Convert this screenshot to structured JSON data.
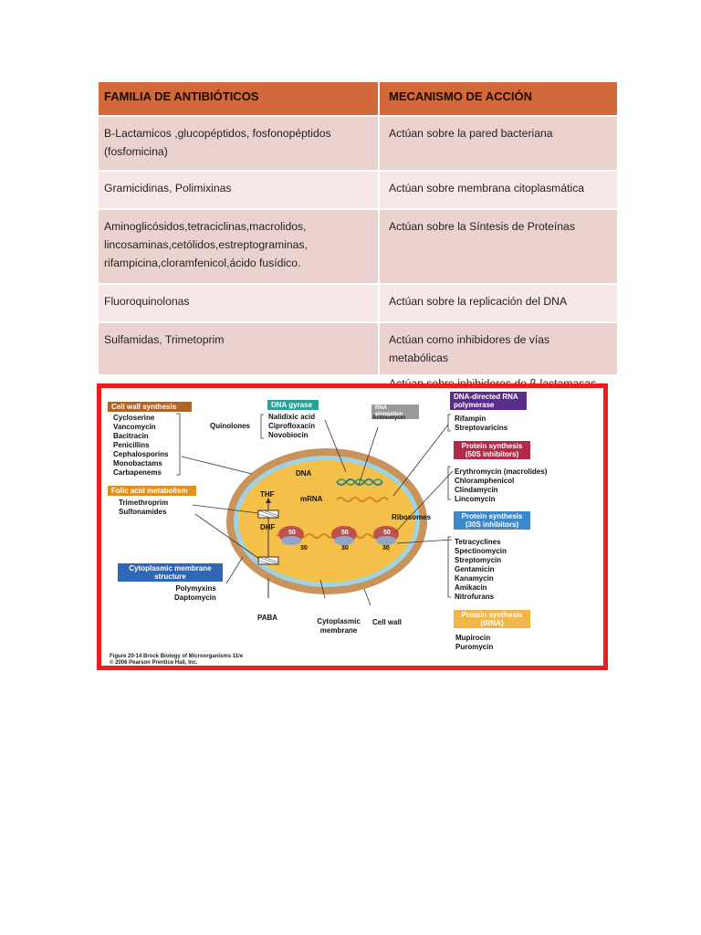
{
  "table": {
    "headers": [
      "FAMILIA DE ANTIBIÓTICOS",
      "MECANISMO DE ACCIÓN"
    ],
    "rows": [
      {
        "family": "B-Lactamicos ,glucopéptidos, fosfonopéptidos (fosfomicina)",
        "mechanism": "Actúan sobre la pared bacteriana"
      },
      {
        "family": "Gramicidinas, Polimixinas",
        "mechanism": "Actúan sobre membrana citoplasmática"
      },
      {
        "family": "Aminoglicósidos,tetraciclinas,macrolidos, lincosaminas,cetólidos,estreptograminas, rifampicina,cloramfenicol,ácido fusídico.",
        "mechanism": "Actúan sobre la Síntesis de Proteínas"
      },
      {
        "family": "Fluoroquinolonas",
        "mechanism": "Actúan sobre la replicación del DNA"
      },
      {
        "family": "Sulfamidas, Trimetoprim",
        "mechanism": "Actúan como inhibidores de vías metabólicas",
        "mechanism2": "Actúan sobre inhibidores de β-lactamasas"
      }
    ]
  },
  "figure": {
    "colors": {
      "border": "#ee1c1c",
      "cell_fill": "#f5c04a",
      "cell_wall": "#c9935a",
      "membrane": "#9ed3e6"
    },
    "cell_wall_synthesis": {
      "title": "Cell wall synthesis",
      "drugs": [
        "Cycloserine",
        "Vancomycin",
        "Bacitracin",
        "Penicillins",
        "Cephalosporins",
        "Monobactams",
        "Carbapenems"
      ]
    },
    "folic_acid": {
      "title": "Folic acid metabolism",
      "drugs": [
        "Trimethroprim",
        "Sulfonamides"
      ]
    },
    "cytoplasmic_membrane": {
      "title": "Cytoplasmic membrane structure",
      "drugs": [
        "Polymyxins",
        "Daptomycin"
      ]
    },
    "dna_gyrase": {
      "title": "DNA gyrase",
      "group": "Quinolones",
      "drugs": [
        "Nalidixic acid",
        "Ciprofloxacin",
        "Novobiocin"
      ]
    },
    "rna_elongation": {
      "title": "RNA elongation",
      "drugs": [
        "Actinomycin"
      ]
    },
    "rna_polymerase": {
      "title": "DNA-directed RNA polymerase",
      "drugs": [
        "Rifampin",
        "Streptovaricins"
      ]
    },
    "protein_50s": {
      "title": "Protein synthesis (50S inhibitors)",
      "drugs": [
        "Erythromycin (macrolides)",
        "Chloramphenicol",
        "Clindamycin",
        "Lincomycin"
      ]
    },
    "protein_30s": {
      "title": "Protein synthesis (30S inhibitors)",
      "drugs": [
        "Tetracyclines",
        "Spectinomycin",
        "Streptomycin",
        "Gentamicin",
        "Kanamycin",
        "Amikacin",
        "Nitrofurans"
      ]
    },
    "protein_trna": {
      "title": "Protein synthesis (tRNA)",
      "drugs": [
        "Mupirocin",
        "Puromycin"
      ]
    },
    "labels": {
      "dna": "DNA",
      "mrna": "mRNA",
      "ribosomes": "Ribosomes",
      "thf": "THF",
      "dhf": "DHF",
      "paba": "PABA",
      "cytoplasmic_membrane": "Cytoplasmic membrane",
      "cell_wall": "Cell wall",
      "s50": "50",
      "s30": "30"
    },
    "caption": [
      "Figure 20-14 Brock Biology of Microorganisms 11/e",
      "© 2006 Pearson Prentice Hall, Inc."
    ]
  }
}
